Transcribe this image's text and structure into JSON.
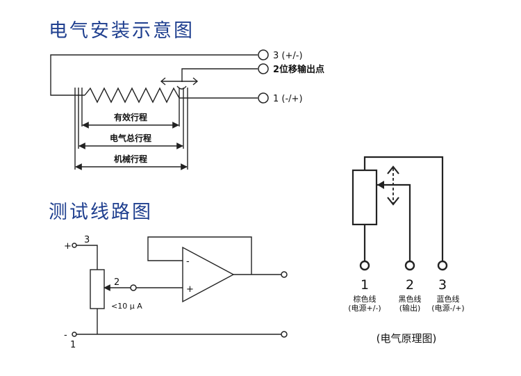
{
  "install": {
    "title": "电气安装示意图",
    "pin3": "3 (+/-)",
    "pin2": "2位移输出点",
    "pin1": "1 (-/+)",
    "effective_stroke": "有效行程",
    "electrical_stroke": "电气总行程",
    "mechanical_stroke": "机械行程"
  },
  "test": {
    "title": "测试线路图",
    "plus": "+",
    "minus": "-",
    "n3": "3",
    "n2": "2",
    "n1": "1",
    "current": "<10 μ A",
    "opamp_minus": "-",
    "opamp_plus": "+"
  },
  "principle": {
    "n1": "1",
    "n2": "2",
    "n3": "3",
    "w1": "棕色线",
    "w1_note": "(电源+/-)",
    "w2": "黑色线",
    "w2_note": "(输出)",
    "w3": "蓝色线",
    "w3_note": "(电源-/+)",
    "caption": "(电气原理图)"
  }
}
